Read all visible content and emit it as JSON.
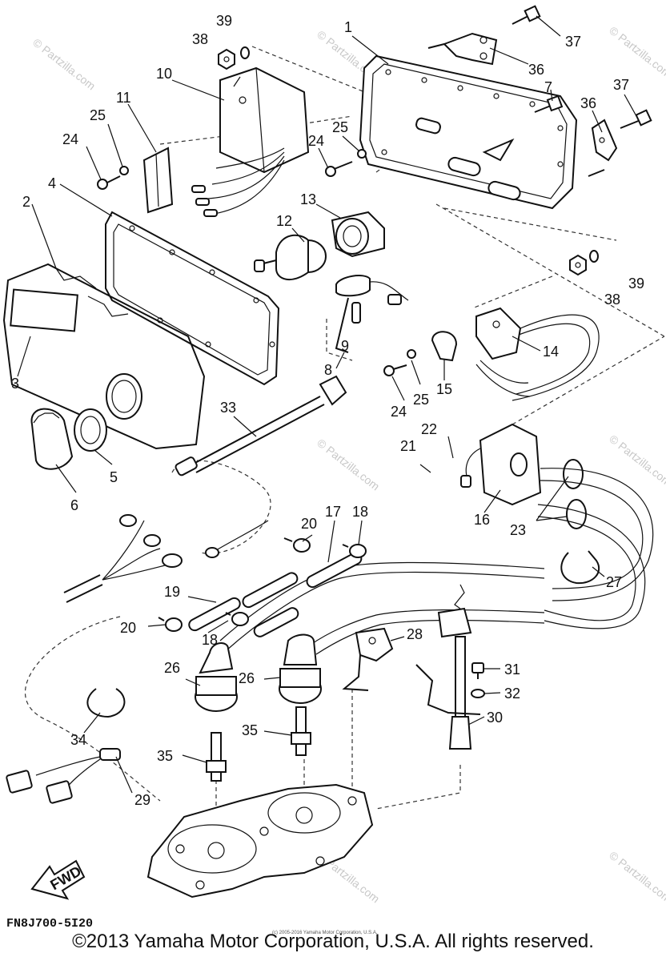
{
  "diagram": {
    "watermark": "© Partzilla.com",
    "fwd_label": "FWD",
    "drawing_code": "FN8J700-5I20",
    "fine_print": "(c) 2005-2016 Yamaha Motor Corporation, U.S.A.",
    "copyright": "©2013 Yamaha Motor Corporation, U.S.A. All rights reserved.",
    "callouts": {
      "c1": "1",
      "c2": "2",
      "c3": "3",
      "c4": "4",
      "c5": "5",
      "c6": "6",
      "c7": "7",
      "c8": "8",
      "c9": "9",
      "c10": "10",
      "c11": "11",
      "c12": "12",
      "c13": "13",
      "c14": "14",
      "c15": "15",
      "c16": "16",
      "c17": "17",
      "c18a": "18",
      "c18b": "18",
      "c19": "19",
      "c20a": "20",
      "c20b": "20",
      "c21": "21",
      "c22": "22",
      "c23": "23",
      "c24a": "24",
      "c24b": "24",
      "c24c": "24",
      "c25a": "25",
      "c25b": "25",
      "c25c": "25",
      "c26a": "26",
      "c26b": "26",
      "c27": "27",
      "c28": "28",
      "c29": "29",
      "c30": "30",
      "c31": "31",
      "c32": "32",
      "c33": "33",
      "c34": "34",
      "c35a": "35",
      "c35b": "35",
      "c36a": "36",
      "c36b": "36",
      "c37a": "37",
      "c37b": "37",
      "c38a": "38",
      "c38b": "38",
      "c39a": "39",
      "c39b": "39"
    }
  }
}
